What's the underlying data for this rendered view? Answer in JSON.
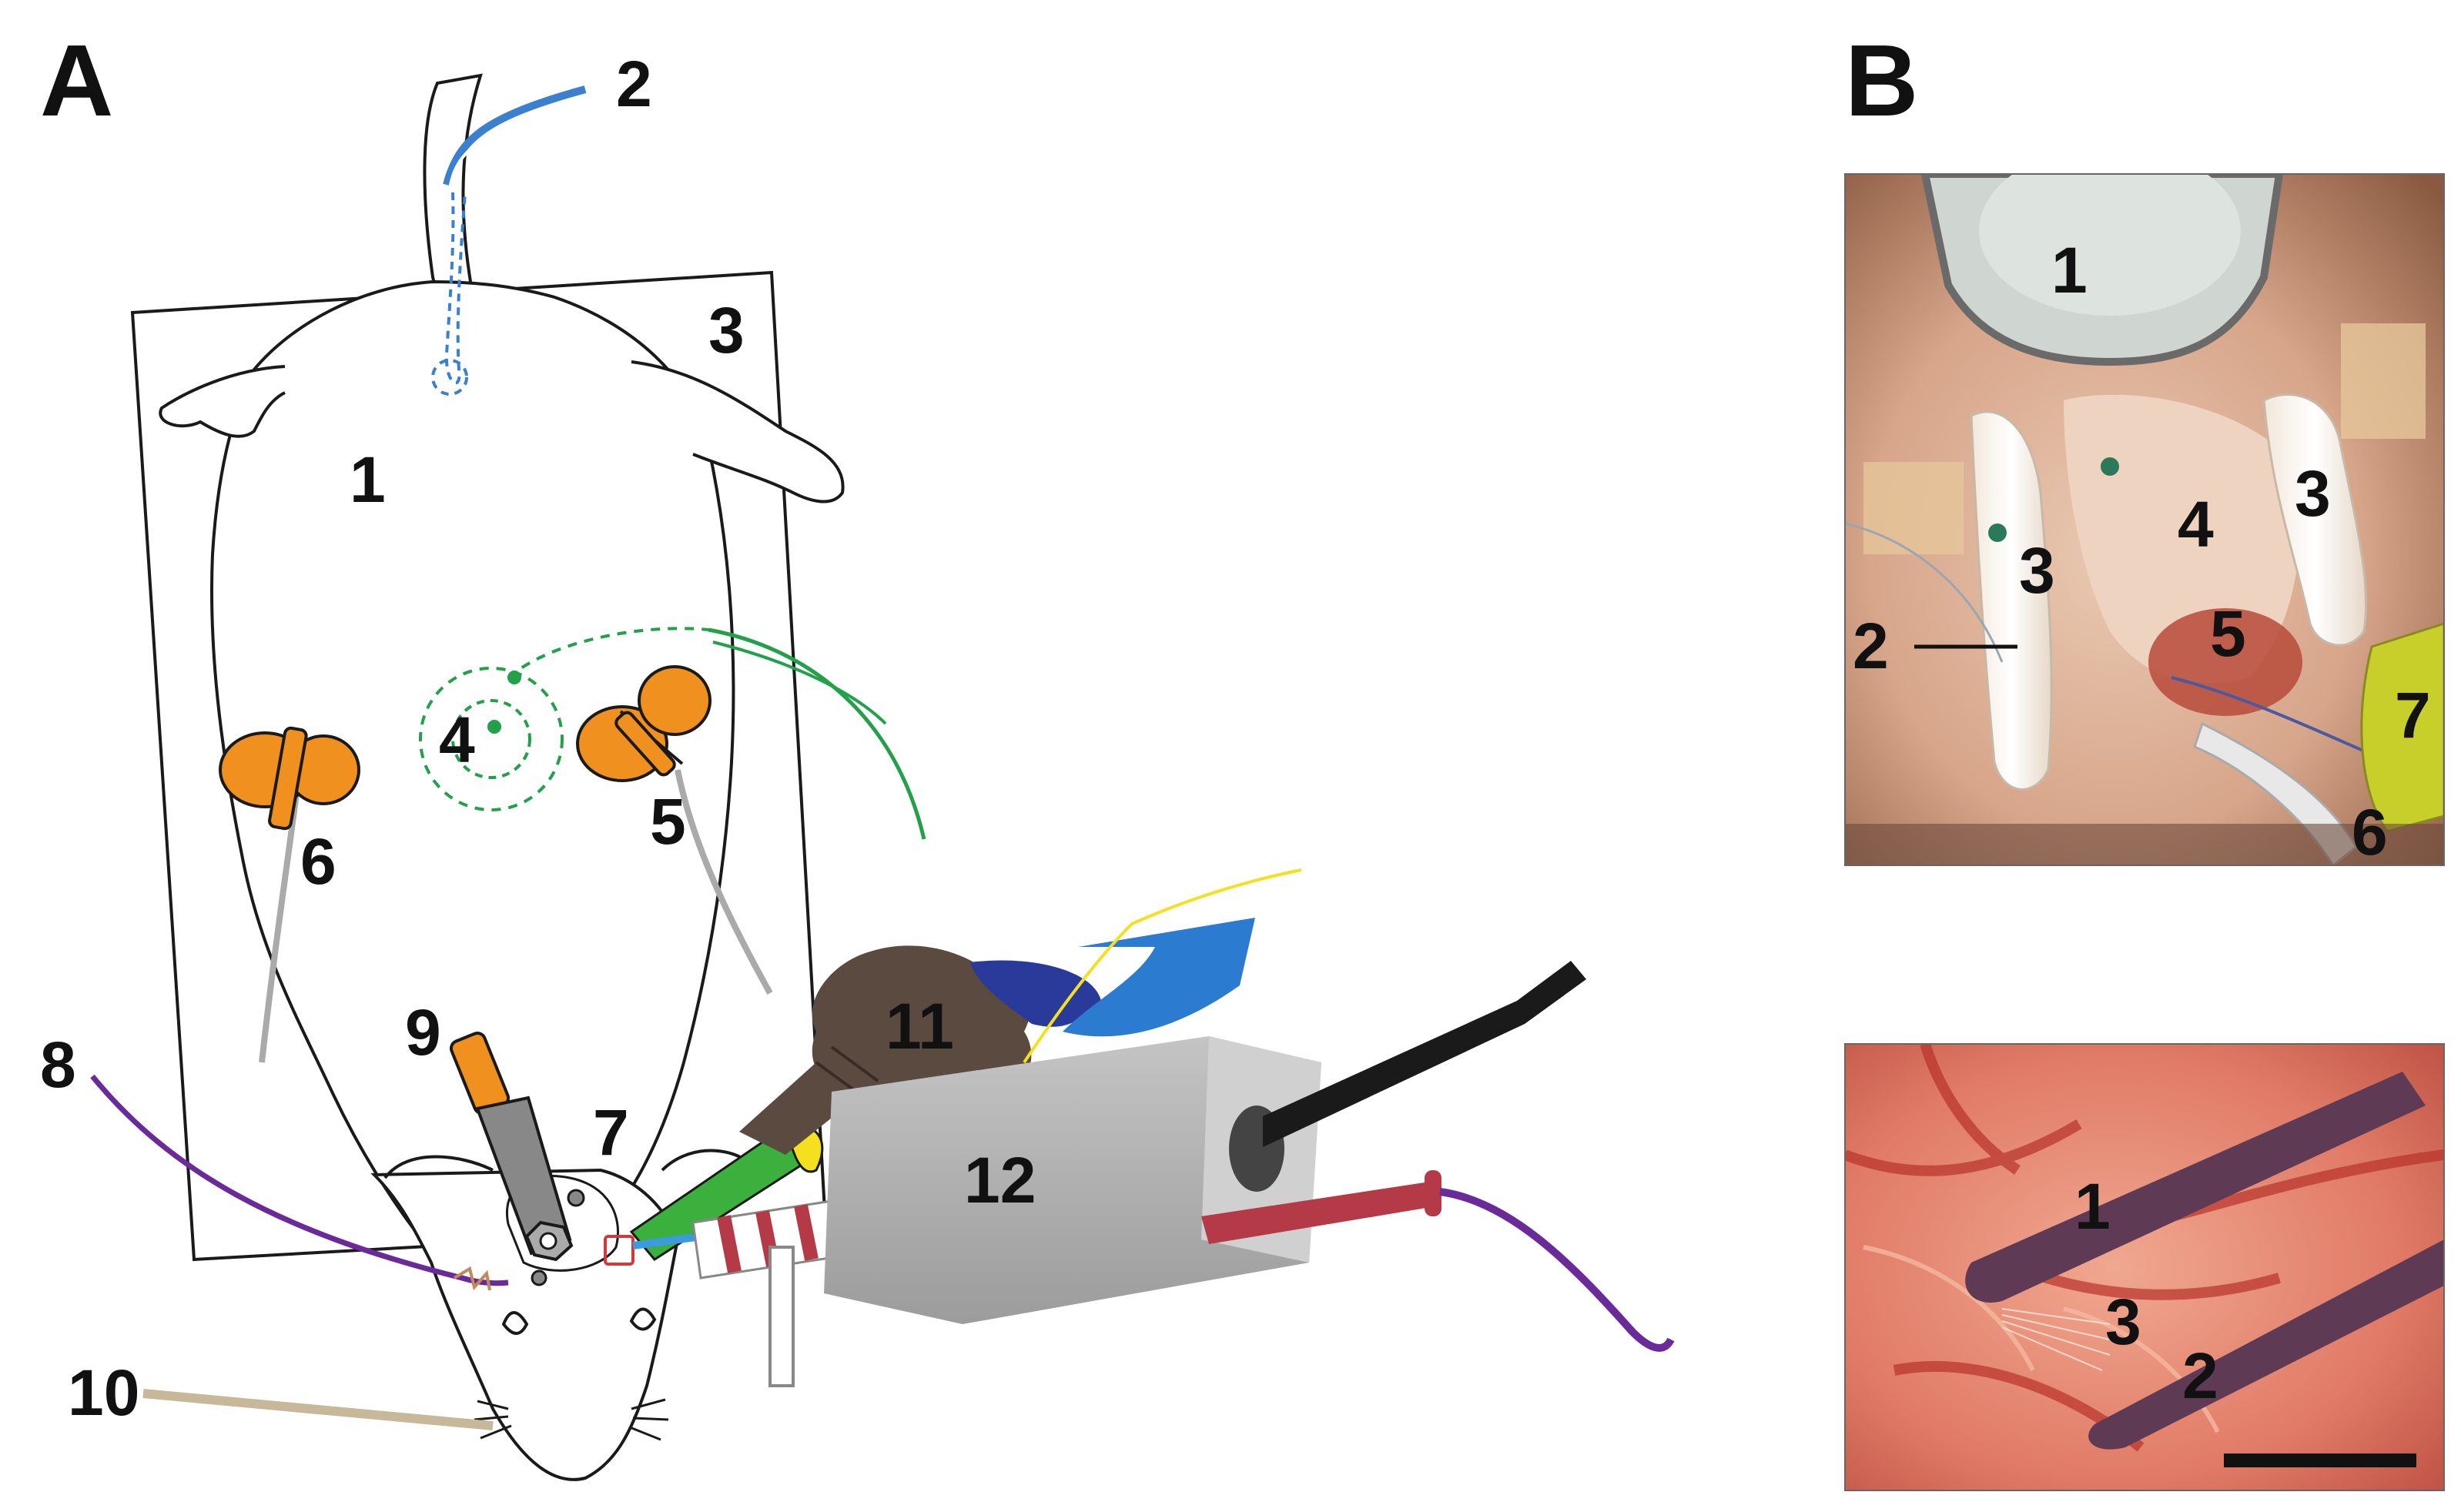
{
  "panels": {
    "a": {
      "label": "A",
      "callouts": [
        "1",
        "2",
        "3",
        "4",
        "5",
        "6",
        "7",
        "8",
        "9",
        "10",
        "11",
        "12"
      ]
    },
    "b": {
      "label": "B",
      "top_photo_callouts": [
        "1",
        "2",
        "3",
        "3",
        "4",
        "5",
        "6",
        "7"
      ],
      "bottom_photo_callouts": [
        "1",
        "2",
        "3"
      ]
    }
  },
  "colors": {
    "outline": "#1a1a1a",
    "catheter_blue": "#3b7fd0",
    "electrode_green": "#22a04a",
    "clamp_orange": "#f0901e",
    "wire_purple": "#6a2a9a",
    "probe_red": "#b33a46",
    "housing_gray": "#b8b8b8",
    "manipulator_brown": "#5a4a40",
    "ribbon_navy": "#2a3a9a",
    "ribbon_blue": "#2b7bd0",
    "wire_yellow": "#f5e020",
    "tissue_pink": "#d89a8a",
    "vessel_red": "#d2483a"
  }
}
